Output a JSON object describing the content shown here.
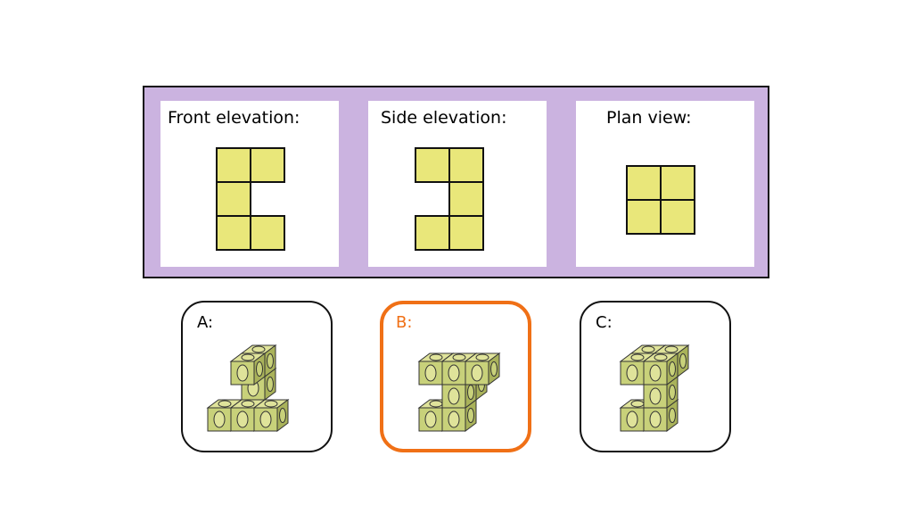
{
  "views": {
    "front": {
      "title": "Front elevation:"
    },
    "side": {
      "title": "Side elevation:"
    },
    "plan": {
      "title": "Plan view:"
    }
  },
  "options": [
    {
      "label": "A:",
      "selected": false
    },
    {
      "label": "B:",
      "selected": true
    },
    {
      "label": "C:",
      "selected": false
    }
  ],
  "colors": {
    "panel_bg": "#cbb3e0",
    "square_fill": "#e9e77a",
    "selected_border": "#f07016",
    "cube_front": "#c8d17a",
    "cube_top": "#dfe39a",
    "cube_side": "#a9b25a"
  }
}
